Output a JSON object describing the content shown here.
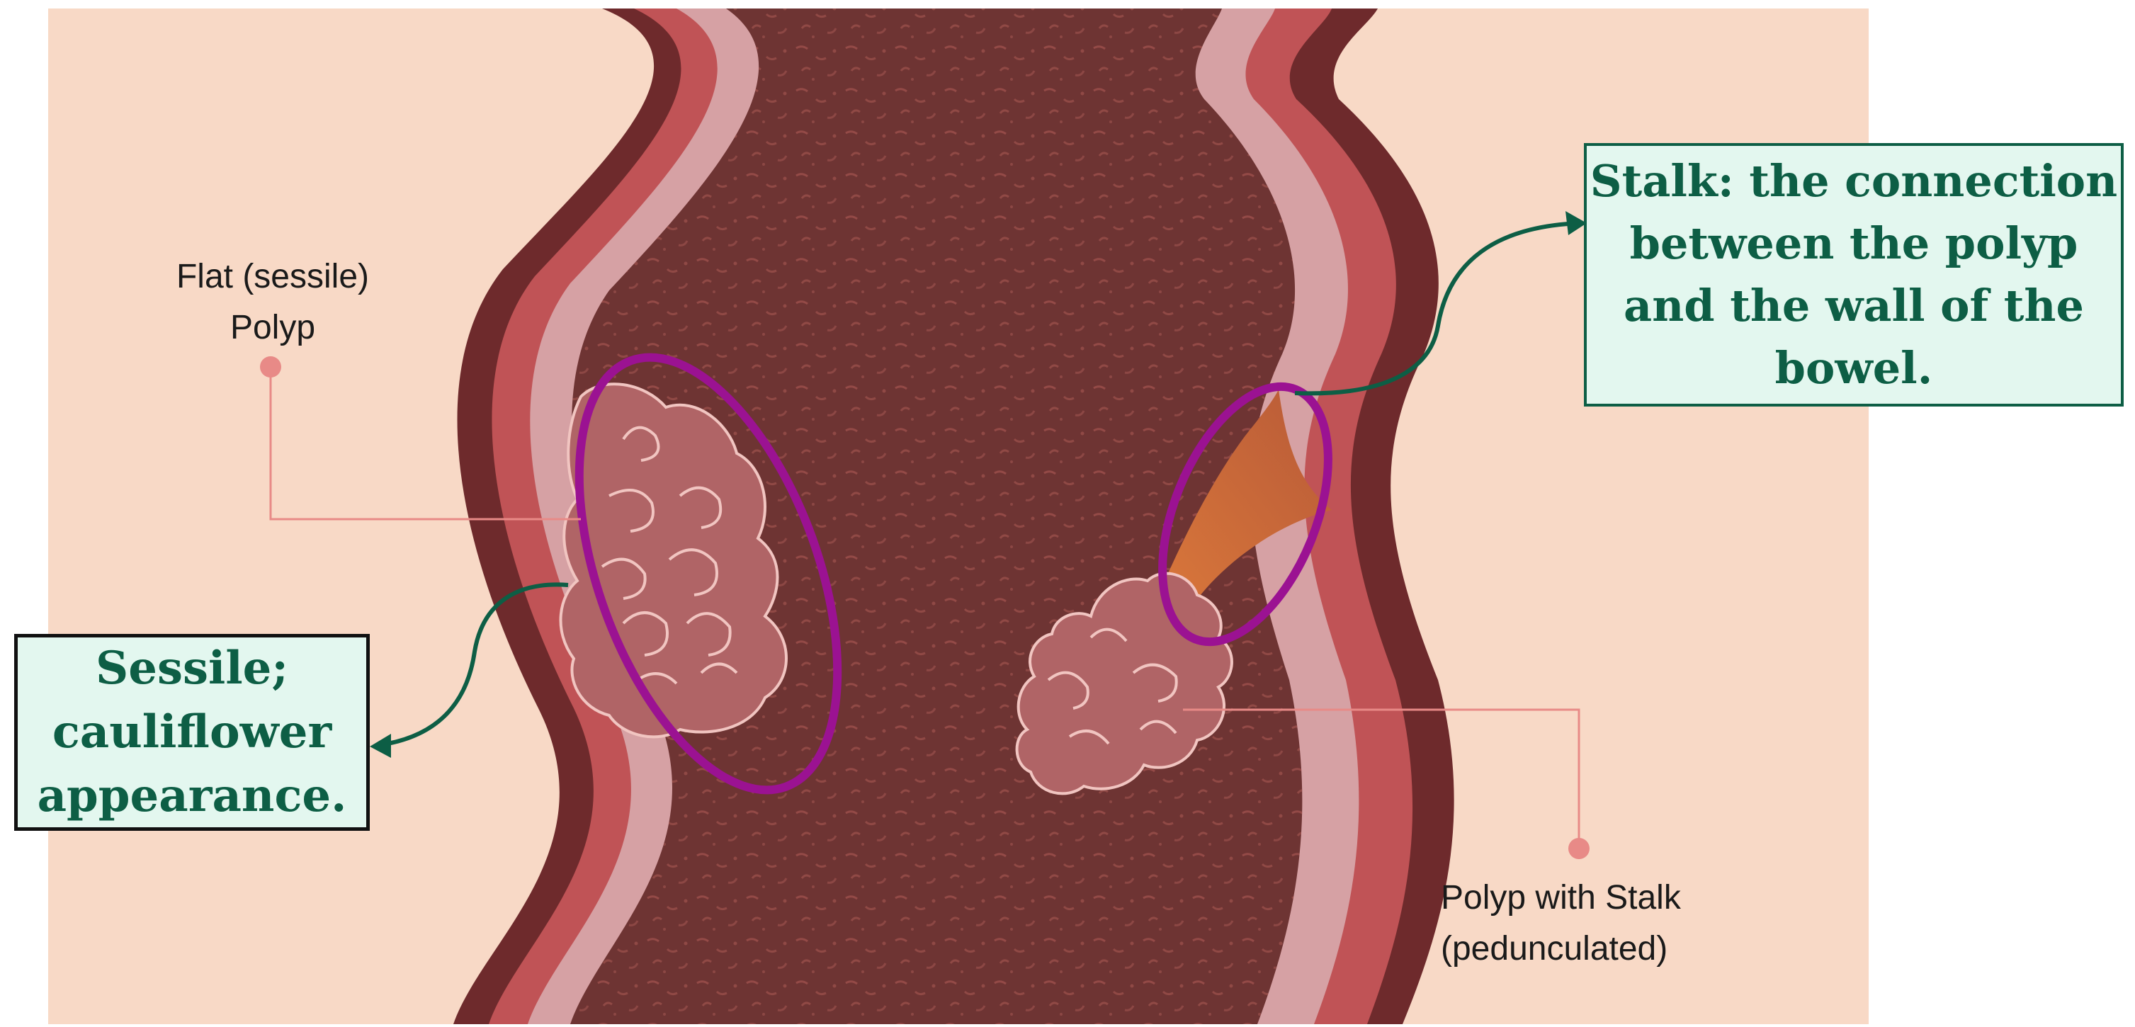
{
  "labels": {
    "sessile": [
      "Flat (sessile)",
      "Polyp"
    ],
    "pedunculated": [
      "Polyp with Stalk",
      "(pedunculated)"
    ]
  },
  "callouts": {
    "stalk": [
      "Stalk: the connection",
      "between the polyp",
      "and the wall of the",
      "bowel."
    ],
    "sessile": [
      "Sessile;",
      "cauliflower",
      "appearance."
    ]
  },
  "colors": {
    "background": "#f8d9c6",
    "outer_wall": "#6e2a2c",
    "muscle_layer": "#c05356",
    "inner_layer": "#d6a1a4",
    "lumen": "#6e3433",
    "lumen_texture": "#b25d58",
    "polyp": "#b06466",
    "polyp_outline": "#f1c5c1",
    "stalk": "#d6733f",
    "highlight_ring": "#9b1292",
    "callout_fill": "#e3f7ef",
    "callout_text": "#0d5e45",
    "leader_line": "#e88a87"
  }
}
